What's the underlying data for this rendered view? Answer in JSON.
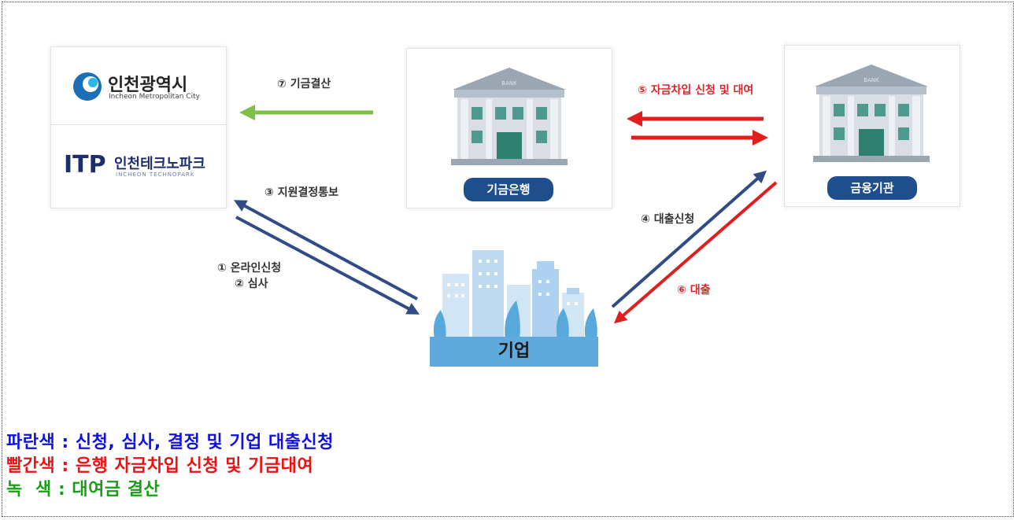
{
  "incheon": {
    "name_ko": "인천광역시",
    "name_en": "Incheon Metropolitan City"
  },
  "itp": {
    "abbr": "ITP",
    "name_ko": "인천테크노파크",
    "name_en": "INCHEON TECHNOPARK"
  },
  "fund_bank": {
    "label": "기금은행",
    "sign": "BANK"
  },
  "finance_inst": {
    "label": "금융기관",
    "sign": "BANK"
  },
  "company": {
    "label": "기업"
  },
  "steps": {
    "s7": "⑦ 기금결산",
    "s5": "⑤ 자금차입 신청 및 대여",
    "s3": "③ 지원결정통보",
    "s1": "① 온라인신청",
    "s2": "② 심사",
    "s4": "④ 대출신청",
    "s6": "⑥ 대출"
  },
  "legend": {
    "blue": "파란색 : 신청, 심사, 결정 및 기업 대출신청",
    "red": "빨간색 : 은행 자금차입 신청 및 기금대여",
    "green": "녹  색 : 대여금 결산"
  },
  "colors": {
    "blue": "#1010e0",
    "red": "#ee1111",
    "green": "#17a017",
    "arrow_blue": "#2f4c86",
    "arrow_red": "#e01e1e",
    "arrow_green": "#7cc04a",
    "pill": "#1f4e8c"
  }
}
